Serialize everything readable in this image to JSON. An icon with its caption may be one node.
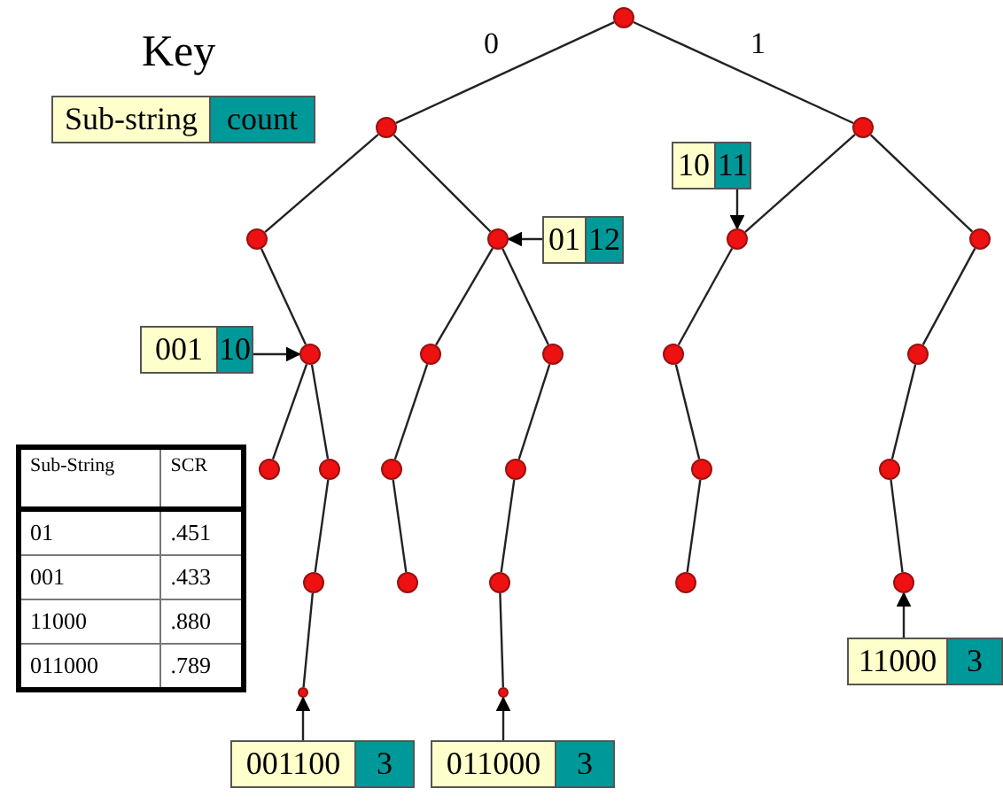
{
  "diagram": {
    "nodes": [
      {
        "text": [],
        "shape": "circle"
      },
      {
        "text": [],
        "shape": "circle"
      },
      {
        "text": [],
        "shape": "circle"
      },
      {
        "text": [
          "10",
          "11"
        ]
      },
      {
        "text": [],
        "shape": "circle"
      },
      {
        "text": [],
        "shape": "circle"
      },
      {
        "text": [
          "01",
          "12"
        ]
      },
      {
        "text": [],
        "shape": "circle"
      },
      {
        "text": [],
        "shape": "circle"
      },
      {
        "text": [
          "001",
          "10"
        ]
      },
      {
        "text": [],
        "shape": "circle"
      },
      {
        "text": [],
        "shape": "circle"
      },
      {
        "text": [],
        "shape": "circle"
      },
      {
        "text": [],
        "shape": "circle"
      },
      {
        "text": [],
        "shape": "circle"
      },
      {
        "text": [],
        "shape": "circle"
      },
      {
        "text": [],
        "shape": "circle"
      },
      {
        "text": [],
        "shape": "circle"
      },
      {
        "text": [],
        "shape": "circle"
      },
      {
        "text": [],
        "shape": "circle"
      },
      {
        "text": [],
        "shape": "circle"
      },
      {
        "text": [],
        "shape": "circle"
      },
      {
        "text": [],
        "shape": "circle"
      },
      {
        "text": [],
        "shape": "circle"
      },
      {
        "text": [],
        "shape": "circle"
      },
      {
        "text": [],
        "shape": "circle"
      },
      {
        "text": [
          "11000",
          "3"
        ]
      },
      {
        "text": [],
        "shape": "circle"
      },
      {
        "text": [],
        "shape": "circle"
      },
      {
        "text": [
          "001100",
          "3"
        ]
      },
      {
        "text": [
          "011000",
          "3"
        ]
      }
    ],
    "edges": [
      {
        "from": 0,
        "to": 1,
        "arrow": "none",
        "label": "0"
      },
      {
        "from": 0,
        "to": 2,
        "arrow": "none",
        "label": "1"
      },
      {
        "from": 1,
        "to": 4,
        "arrow": "none"
      },
      {
        "from": 1,
        "to": 5,
        "arrow": "none"
      },
      {
        "from": 2,
        "to": 7,
        "arrow": "none"
      },
      {
        "from": 2,
        "to": 8,
        "arrow": "none"
      },
      {
        "from": 4,
        "to": 10,
        "arrow": "none"
      },
      {
        "from": 5,
        "to": 11,
        "arrow": "none"
      },
      {
        "from": 5,
        "to": 12,
        "arrow": "none"
      },
      {
        "from": 7,
        "to": 13,
        "arrow": "none"
      },
      {
        "from": 8,
        "to": 14,
        "arrow": "none"
      },
      {
        "from": 10,
        "to": 15,
        "arrow": "none"
      },
      {
        "from": 10,
        "to": 16,
        "arrow": "none"
      },
      {
        "from": 11,
        "to": 17,
        "arrow": "none"
      },
      {
        "from": 12,
        "to": 18,
        "arrow": "none"
      },
      {
        "from": 13,
        "to": 19,
        "arrow": "none"
      },
      {
        "from": 14,
        "to": 20,
        "arrow": "none"
      },
      {
        "from": 16,
        "to": 21,
        "arrow": "none"
      },
      {
        "from": 17,
        "to": 22,
        "arrow": "none"
      },
      {
        "from": 18,
        "to": 23,
        "arrow": "none"
      },
      {
        "from": 19,
        "to": 24,
        "arrow": "none"
      },
      {
        "from": 20,
        "to": 25,
        "arrow": "none"
      },
      {
        "from": 21,
        "to": 27,
        "arrow": "none"
      },
      {
        "from": 23,
        "to": 28,
        "arrow": "none"
      },
      {
        "from": 6,
        "to": 5,
        "arrow": "to"
      },
      {
        "from": 3,
        "to": 7,
        "arrow": "to"
      },
      {
        "from": 9,
        "to": 10,
        "arrow": "to"
      },
      {
        "from": 29,
        "to": 27,
        "arrow": "to"
      },
      {
        "from": 30,
        "to": 28,
        "arrow": "to"
      },
      {
        "from": 26,
        "to": 25,
        "arrow": "to"
      }
    ],
    "labels": [
      "Key",
      "Sub-String",
      "SCR",
      "01",
      ".451",
      "001",
      ".433",
      "11000",
      ".880",
      "011000",
      ".789"
    ],
    "legend": [
      {
        "text": "Sub-string",
        "color": "#ffffcc"
      },
      {
        "text": "count",
        "color": "#009999"
      }
    ]
  }
}
